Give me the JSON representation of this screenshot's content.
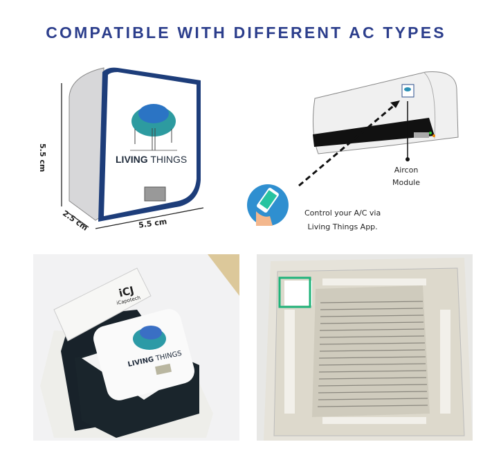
{
  "title": "COMPATIBLE WITH DIFFERENT AC TYPES",
  "device": {
    "brand_bold": "LIVING",
    "brand_light": "THINGS",
    "height_label": "5.5 cm",
    "width_label": "5.5 cm",
    "depth_label": "2.5 cm"
  },
  "diagram": {
    "module_label_line1": "Aircon",
    "module_label_line2": "Module",
    "app_label_line1": "Control your A/C via",
    "app_label_line2": "Living Things  App."
  },
  "photos": {
    "box_brand": "iCapotech",
    "box_brand_mark": "iCJ",
    "highlight_color": "#1fb37a"
  },
  "colors": {
    "title": "#2c3e8c",
    "frame": "#1d3d7a"
  }
}
